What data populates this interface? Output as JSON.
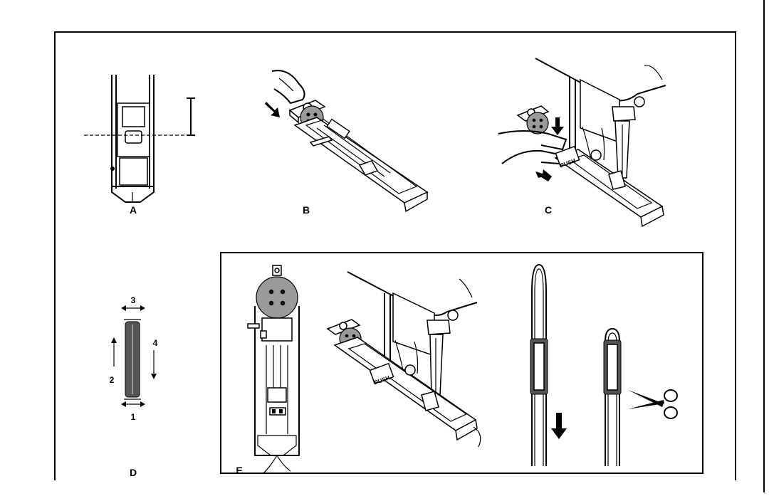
{
  "figure": {
    "labels": {
      "a": "A",
      "b": "B",
      "c": "C",
      "d": "D",
      "e": "E"
    },
    "steps": {
      "one": "1",
      "two": "2",
      "three": "3",
      "four": "4"
    },
    "push_label": "PUSH"
  }
}
